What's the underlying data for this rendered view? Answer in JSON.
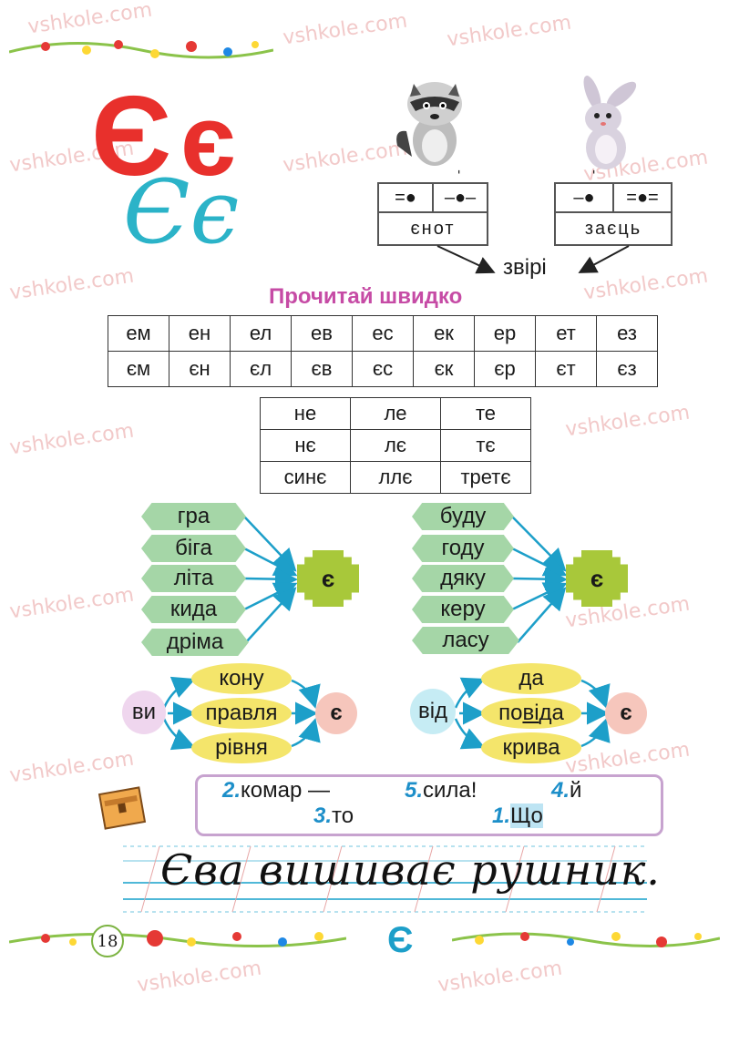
{
  "watermark": "vshkole.com",
  "header": {
    "letter_upper": "Є",
    "letter_lower": "є",
    "script_letters": "Єє"
  },
  "animals": [
    {
      "name": "raccoon",
      "stress": "ˈ",
      "scheme": [
        "=●",
        "–●–"
      ],
      "word": "єнот"
    },
    {
      "name": "rabbit",
      "stress": "ˈ",
      "scheme": [
        "–●",
        "=●="
      ],
      "word": "заєць"
    }
  ],
  "category_word": "звірі",
  "read_title": "Прочитай швидко",
  "syllables": {
    "row1": [
      "ем",
      "ен",
      "ел",
      "ев",
      "ес",
      "ек",
      "ер",
      "ет",
      "ез"
    ],
    "row2": [
      "єм",
      "єн",
      "єл",
      "єв",
      "єс",
      "єк",
      "єр",
      "єт",
      "єз"
    ]
  },
  "small_table": [
    [
      "не",
      "ле",
      "те"
    ],
    [
      "нє",
      "лє",
      "тє"
    ],
    [
      "синє",
      "ллє",
      "третє"
    ]
  ],
  "hex_left": [
    "гра",
    "біга",
    "літа",
    "кида",
    "дріма"
  ],
  "hex_right": [
    "буду",
    "году",
    "дяку",
    "керу",
    "ласу"
  ],
  "hub_letter": "є",
  "oval_left": {
    "prefix": "ви",
    "items": [
      "кону",
      "правля",
      "рівня"
    ],
    "end": "є"
  },
  "oval_right": {
    "prefix": "від",
    "items": [
      "да",
      "повіда",
      "крива"
    ],
    "end": "є",
    "underlined": "ві"
  },
  "puzzle": {
    "items": [
      {
        "num": "2.",
        "text": "комар —"
      },
      {
        "num": "5.",
        "text": "сила!"
      },
      {
        "num": "4.",
        "text": "й"
      },
      {
        "num": "3.",
        "text": "то"
      },
      {
        "num": "1.",
        "text": "Що"
      }
    ]
  },
  "handwriting": "Єва вишиває рушник.",
  "footer": {
    "page_number": "18",
    "letter": "Є"
  },
  "colors": {
    "accent_red": "#e8302c",
    "accent_blue": "#2bb3c8",
    "title_purple": "#c64ba5",
    "hex_green": "#a5d6a7",
    "hub_green": "#a8c83a",
    "oval_yellow": "#f4e56b"
  }
}
